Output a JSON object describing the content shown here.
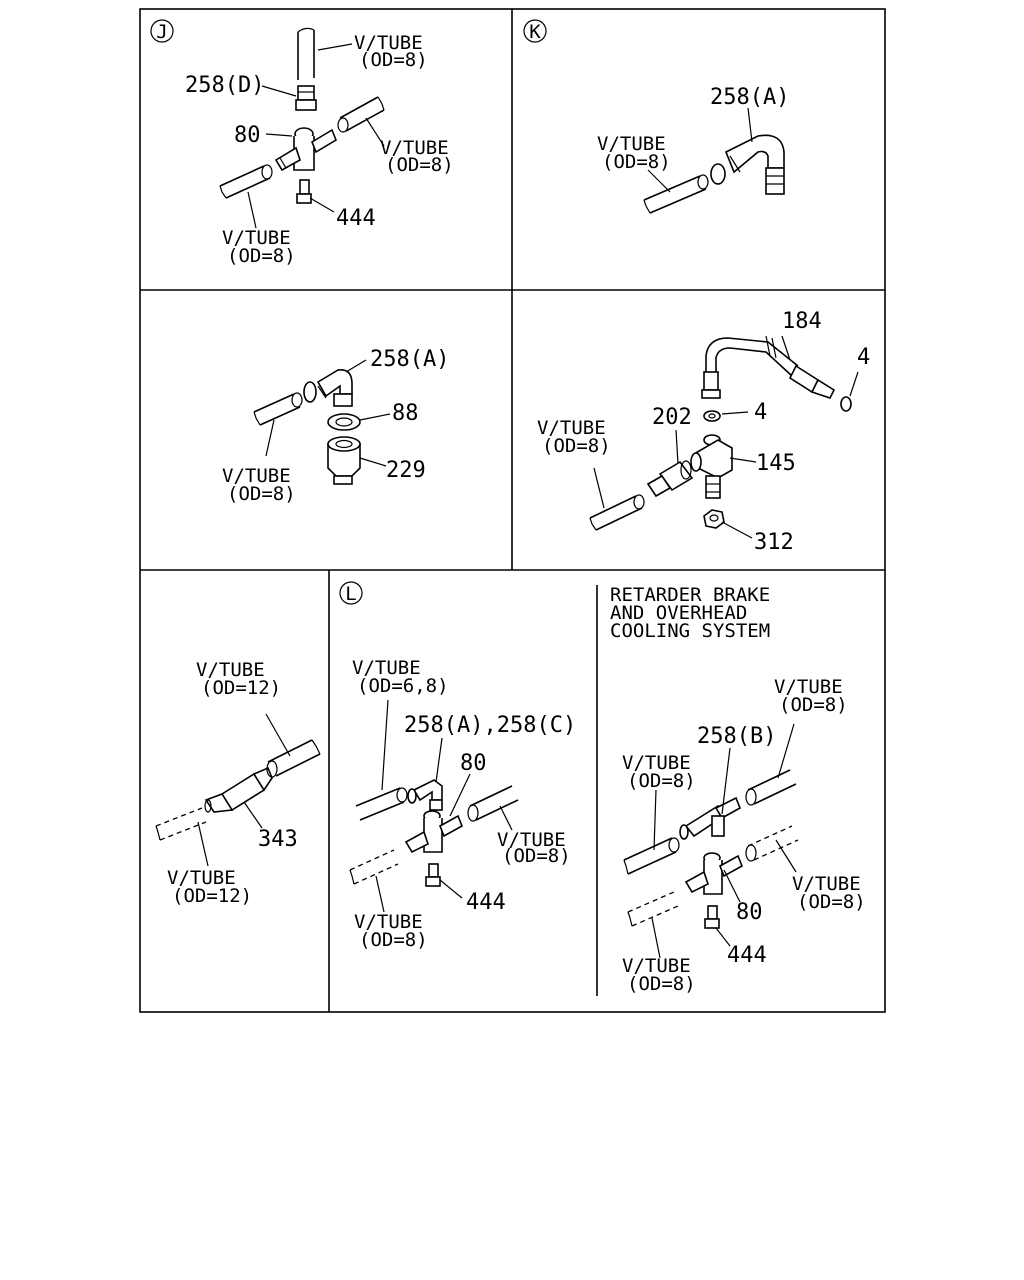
{
  "panels": {
    "j": {
      "marker": "J",
      "tube_top": [
        "V/TUBE",
        "(OD=8)"
      ],
      "tube_right": [
        "V/TUBE",
        "(OD=8)"
      ],
      "tube_bottom": [
        "V/TUBE",
        "(OD=8)"
      ],
      "part_258d": "258(D)",
      "part_80": "80",
      "part_444": "444"
    },
    "k": {
      "marker": "K",
      "tube": [
        "V/TUBE",
        "(OD=8)"
      ],
      "part_258a": "258(A)"
    },
    "m": {
      "tube": [
        "V/TUBE",
        "(OD=8)"
      ],
      "part_258a": "258(A)",
      "part_88": "88",
      "part_229": "229"
    },
    "n": {
      "tube": [
        "V/TUBE",
        "(OD=8)"
      ],
      "part_184": "184",
      "part_4a": "4",
      "part_4b": "4",
      "part_202": "202",
      "part_145": "145",
      "part_312": "312"
    },
    "p": {
      "tube_top": [
        "V/TUBE",
        "(OD=12)"
      ],
      "tube_bottom": [
        "V/TUBE",
        "(OD=12)"
      ],
      "part_343": "343"
    },
    "l": {
      "marker": "L",
      "tube_top": [
        "V/TUBE",
        "(OD=6,8)"
      ],
      "tube_right": [
        "V/TUBE",
        "(OD=8)"
      ],
      "tube_bottom": [
        "V/TUBE",
        "(OD=8)"
      ],
      "part_258ac": "258(A),258(C)",
      "part_80": "80",
      "part_444": "444"
    },
    "r": {
      "title": [
        "RETARDER BRAKE",
        "AND OVERHEAD",
        "COOLING SYSTEM"
      ],
      "tube_top_right": [
        "V/TUBE",
        "(OD=8)"
      ],
      "tube_top_left": [
        "V/TUBE",
        "(OD=8)"
      ],
      "tube_mid_right": [
        "V/TUBE",
        "(OD=8)"
      ],
      "tube_bottom": [
        "V/TUBE",
        "(OD=8)"
      ],
      "part_258b": "258(B)",
      "part_80": "80",
      "part_444": "444"
    }
  }
}
